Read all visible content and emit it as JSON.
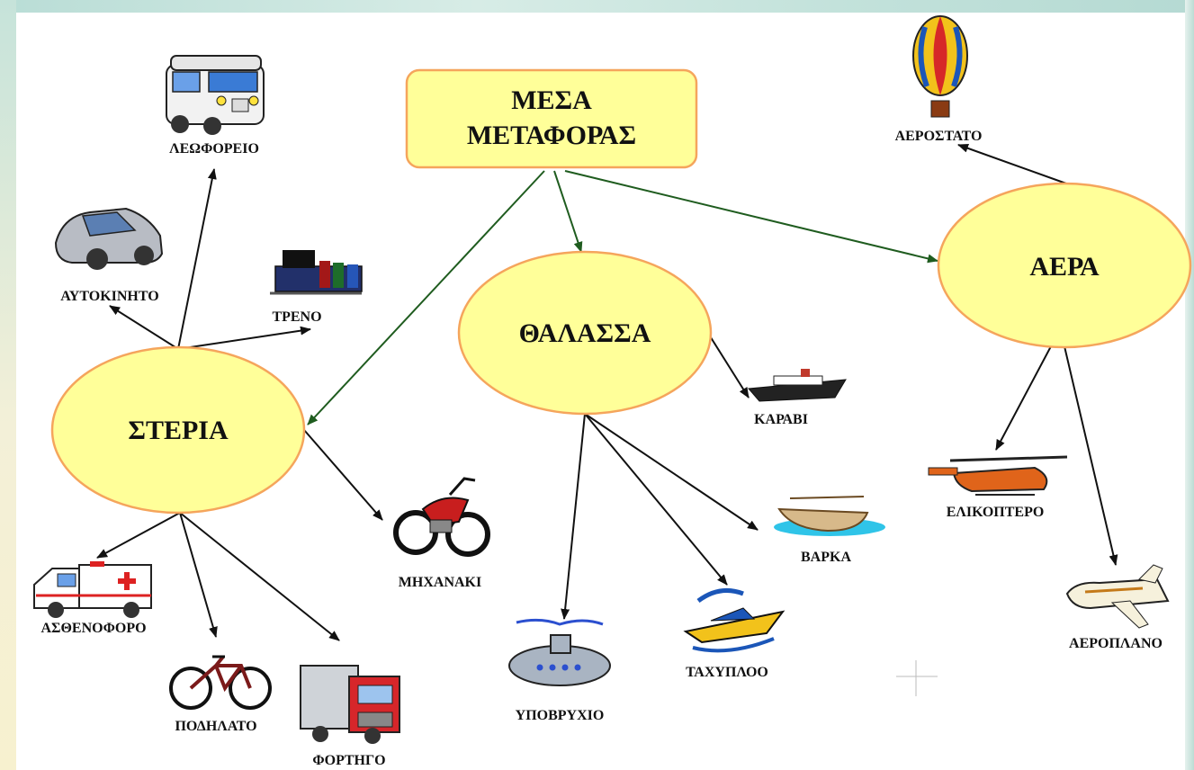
{
  "diagram": {
    "title_line1": "ΜΕΣΑ",
    "title_line2": "ΜΕΤΑΦΟΡΑΣ",
    "hubs": {
      "land": "ΣΤΕΡΙΑ",
      "sea": "ΘΑΛΑΣΣΑ",
      "air": "ΑΕΡΑ"
    },
    "items": {
      "bus": "ΛΕΩΦΟΡΕΙΟ",
      "car": "ΑΥΤΟΚΙΝΗΤΟ",
      "train": "ΤΡΕΝΟ",
      "ambulance": "ΑΣΘΕΝΟΦΟΡΟ",
      "bicycle": "ΠΟΔΗΛΑΤΟ",
      "truck": "ΦΟΡΤΗΓΟ",
      "motorbike": "ΜΗΧΑΝΑΚΙ",
      "ship": "ΚΑΡΑΒΙ",
      "boat": "ΒΑΡΚΑ",
      "speedboat": "ΤΑΧΥΠΛΟΟ",
      "submarine": "ΥΠΟΒΡΥΧΙΟ",
      "balloon": "ΑΕΡΟΣΤΑΤΟ",
      "helicopter": "ΕΛΙΚΟΠΤΕΡΟ",
      "airplane": "ΑΕΡΟΠΛΑΝΟ"
    }
  },
  "colors": {
    "node_fill": "#ffff99",
    "node_border": "#f5a55c",
    "arrow_hub": "#1f5c1f",
    "arrow_item": "#111111"
  }
}
